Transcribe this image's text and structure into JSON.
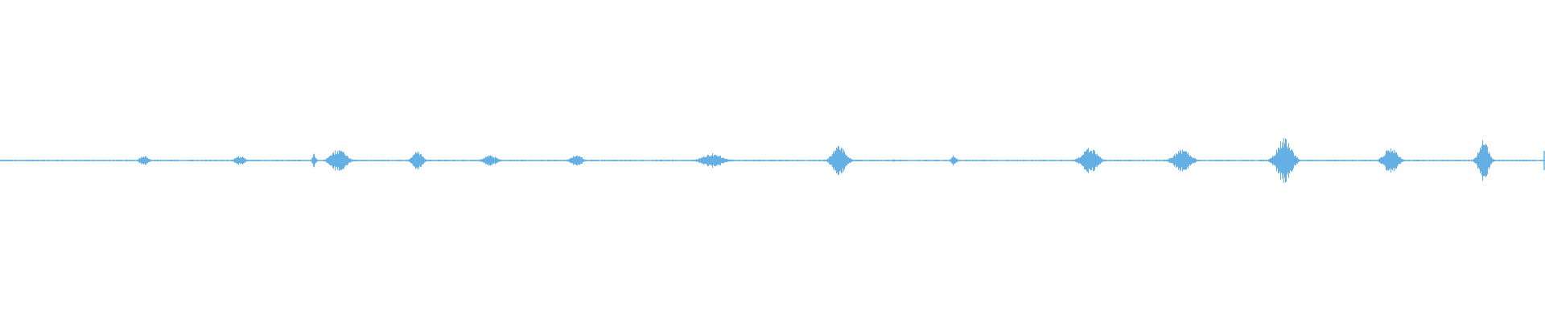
{
  "waveform": {
    "color": "#64b0e4",
    "background": "#ffffff",
    "amplitude_scale": 1.0,
    "baseline_amplitude": 0.004,
    "duration_fraction_end": 1.0,
    "playhead_fraction": 1.0,
    "bursts": [
      {
        "center": 0.093,
        "width": 0.005,
        "amplitude": 0.035
      },
      {
        "center": 0.155,
        "width": 0.006,
        "amplitude": 0.03
      },
      {
        "center": 0.203,
        "width": 0.002,
        "amplitude": 0.05
      },
      {
        "center": 0.219,
        "width": 0.009,
        "amplitude": 0.075
      },
      {
        "center": 0.27,
        "width": 0.006,
        "amplitude": 0.06
      },
      {
        "center": 0.317,
        "width": 0.008,
        "amplitude": 0.035
      },
      {
        "center": 0.373,
        "width": 0.006,
        "amplitude": 0.045
      },
      {
        "center": 0.461,
        "width": 0.012,
        "amplitude": 0.045
      },
      {
        "center": 0.543,
        "width": 0.008,
        "amplitude": 0.1
      },
      {
        "center": 0.578,
        "width": 0.002,
        "amplitude": 0.01
      },
      {
        "center": 0.617,
        "width": 0.003,
        "amplitude": 0.035
      },
      {
        "center": 0.705,
        "width": 0.009,
        "amplitude": 0.085
      },
      {
        "center": 0.765,
        "width": 0.01,
        "amplitude": 0.07
      },
      {
        "center": 0.831,
        "width": 0.009,
        "amplitude": 0.14
      },
      {
        "center": 0.9,
        "width": 0.008,
        "amplitude": 0.085
      },
      {
        "center": 0.96,
        "width": 0.006,
        "amplitude": 0.13
      }
    ]
  }
}
